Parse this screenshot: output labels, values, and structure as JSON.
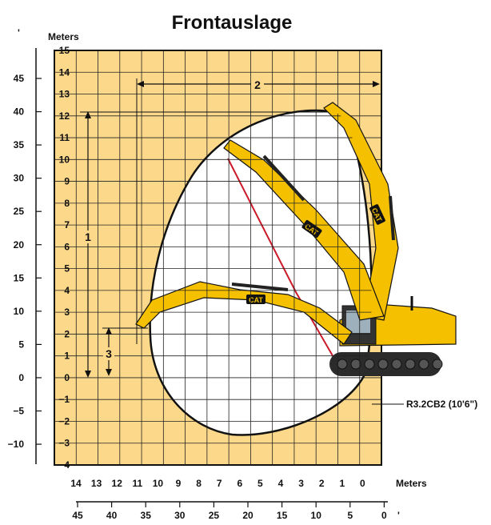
{
  "title": "Frontauslage",
  "units": {
    "meters": "Meters",
    "feet": "'"
  },
  "meters_ticks_y": [
    "15",
    "14",
    "13",
    "12",
    "11",
    "10",
    "9",
    "8",
    "7",
    "6",
    "5",
    "4",
    "3",
    "2",
    "1",
    "0",
    "−1",
    "−2",
    "−3",
    "−4"
  ],
  "feet_ticks_y": [
    "45",
    "40",
    "35",
    "30",
    "25",
    "20",
    "15",
    "10",
    "5",
    "0",
    "−5",
    "−10"
  ],
  "meters_ticks_x": [
    "14",
    "13",
    "12",
    "11",
    "10",
    "9",
    "8",
    "7",
    "6",
    "5",
    "4",
    "3",
    "2",
    "1",
    "0"
  ],
  "feet_ticks_x": [
    "45",
    "40",
    "35",
    "30",
    "25",
    "20",
    "15",
    "10",
    "5",
    "0"
  ],
  "dimensions": {
    "d1": "1",
    "d2": "2",
    "d3": "3"
  },
  "callout": "R3.2CB2 (10'6\")",
  "colors": {
    "grid_bg": "#fcd98a",
    "grid_line": "#222222",
    "machine": "#f5c000",
    "reach_line": "#cc1a2a"
  },
  "machine": {
    "badge": "CAT",
    "name": "excavator-illustration"
  }
}
